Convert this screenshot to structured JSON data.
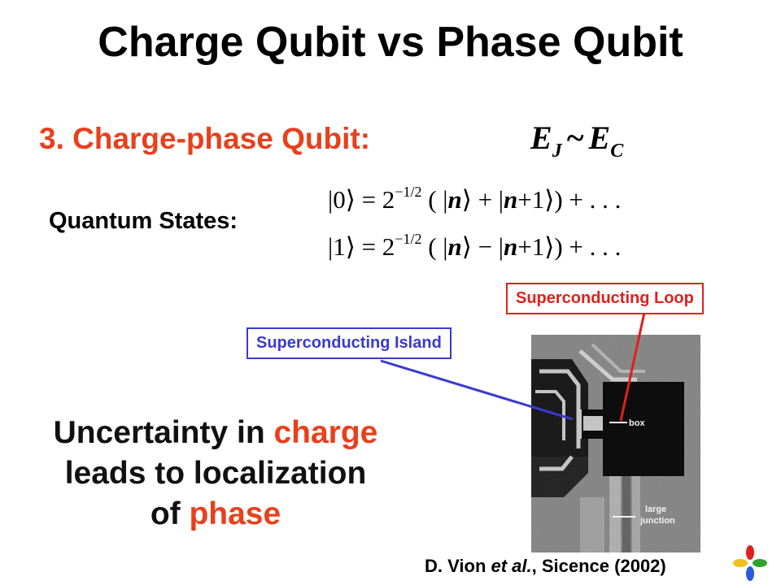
{
  "slide": {
    "title": "Charge Qubit vs Phase Qubit",
    "section_heading": "3. Charge-phase Qubit:",
    "energy_relation": {
      "lhs": "E",
      "lhs_sub": "J",
      "relation": "~",
      "rhs": "E",
      "rhs_sub": "C"
    },
    "quantum_states_label": "Quantum States:",
    "equations": [
      {
        "ket": "|0⟩",
        "eq": " = 2",
        "exp": "−1/2",
        "body_open": " ( |",
        "n1": "n",
        "mid1": "⟩ + |",
        "n2": "n",
        "tail": "+1⟩) + . . ."
      },
      {
        "ket": "|1⟩",
        "eq": " = 2",
        "exp": "−1/2",
        "body_open": " ( |",
        "n1": "n",
        "mid1": "⟩ − |",
        "n2": "n",
        "tail": "+1⟩) + . . ."
      }
    ],
    "labels": {
      "loop": "Superconducting Loop",
      "island": "Superconducting Island"
    },
    "photo": {
      "box_text": "box",
      "junction_line1": "large",
      "junction_line2": "junction"
    },
    "uncertainty": {
      "line1_pre": "Uncertainty in ",
      "line1_hl": "charge",
      "line2": "leads to localization",
      "line3_pre": "of ",
      "line3_hl": "phase"
    },
    "citation": {
      "pre": "D. Vion ",
      "etal": "et al.",
      "post": ", Sicence (2002)"
    },
    "colors": {
      "accent_orange": "#e8401c",
      "loop_red": "#e0201c",
      "island_blue": "#3a3ad0"
    }
  }
}
